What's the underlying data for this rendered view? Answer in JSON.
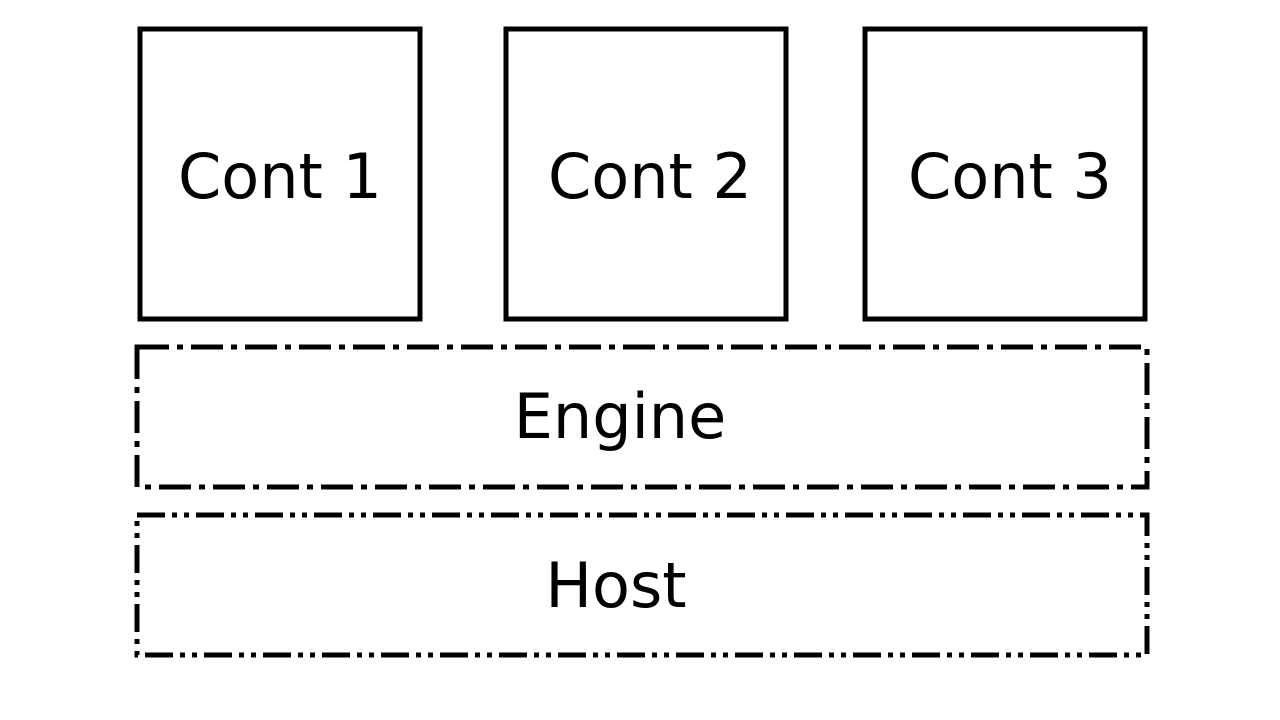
{
  "containers": [
    {
      "label": "Cont 1"
    },
    {
      "label": "Cont 2"
    },
    {
      "label": "Cont 3"
    }
  ],
  "engine": {
    "label": "Engine"
  },
  "host": {
    "label": "Host"
  },
  "colors": {
    "stroke": "#000000",
    "background": "#ffffff"
  }
}
